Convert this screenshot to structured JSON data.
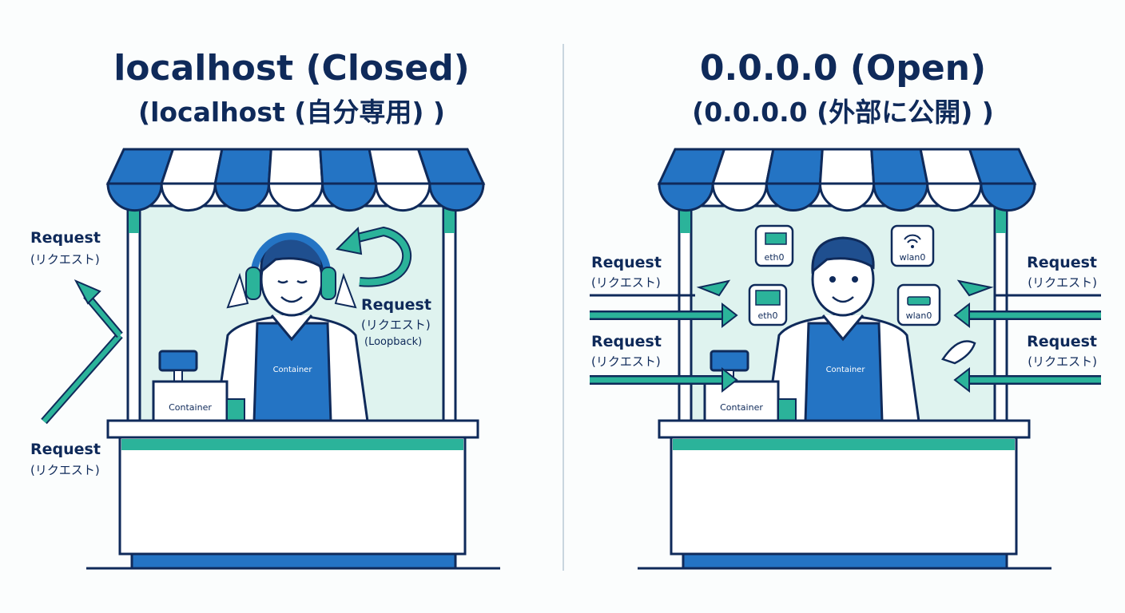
{
  "colors": {
    "navy": "#0f2a5a",
    "blue": "#2474c4",
    "teal": "#2bb39a",
    "mint": "#dff3ef",
    "divider": "#c9d6df"
  },
  "left": {
    "title": "localhost (Closed)",
    "subtitle": "(localhost (自分専用) )",
    "request_out": {
      "label": "Request",
      "sub": "(リクエスト)"
    },
    "request_in": {
      "label": "Request",
      "sub": "(リクエスト)"
    },
    "loopback": {
      "label": "Request",
      "sub": "(リクエスト)",
      "note": "(Loopback)"
    },
    "apron_label": "Container",
    "register_label": "Container",
    "person_icon": "headphones-icon"
  },
  "right": {
    "title": "0.0.0.0 (Open)",
    "subtitle": "(0.0.0.0 (外部に公開) )",
    "requests": [
      {
        "label": "Request",
        "sub": "(リクエスト)"
      },
      {
        "label": "Request",
        "sub": "(リクエスト)"
      },
      {
        "label": "Request",
        "sub": "(リクエスト)"
      },
      {
        "label": "Request",
        "sub": "(リクエスト)"
      }
    ],
    "interfaces": [
      {
        "name": "eth0",
        "icon": "network-card-icon"
      },
      {
        "name": "wlan0",
        "icon": "wifi-icon"
      },
      {
        "name": "eth0",
        "icon": "network-card-icon"
      },
      {
        "name": "wlan0",
        "icon": "router-icon"
      }
    ],
    "apron_label": "Container",
    "register_label": "Container"
  }
}
